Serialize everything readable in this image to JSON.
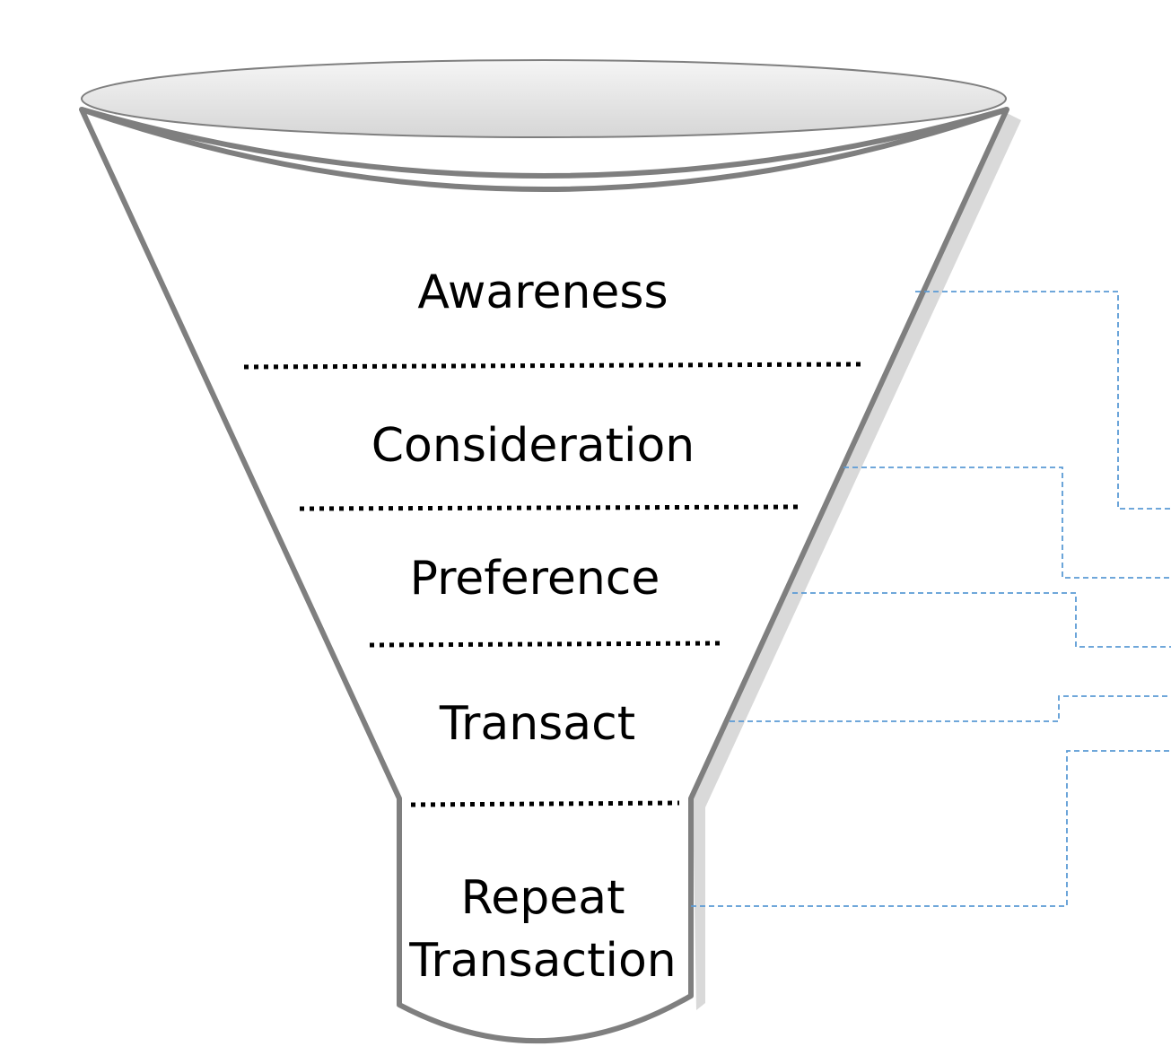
{
  "stages": [
    {
      "label": "Awareness"
    },
    {
      "label": "Consideration"
    },
    {
      "label": "Preference"
    },
    {
      "label": "Transact"
    },
    {
      "label": "Repeat Transaction"
    }
  ],
  "colors": {
    "funnel_stroke": "#7f7f7f",
    "funnel_rim_fill": "#e8e8e8",
    "funnel_shadow": "#d9d9d9",
    "divider": "#000000",
    "connector": "#5b9bd5",
    "text": "#000000"
  }
}
